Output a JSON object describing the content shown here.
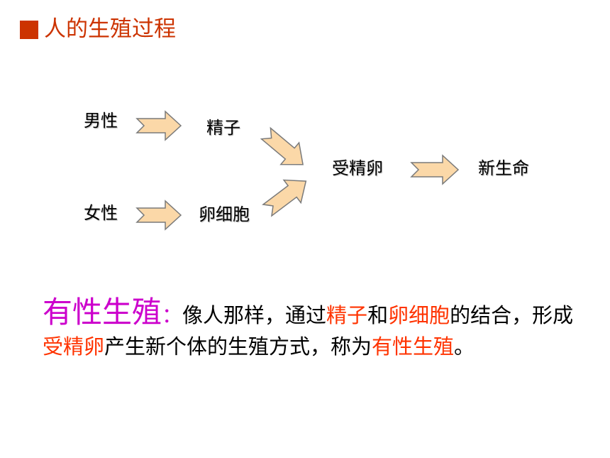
{
  "title": "人的生殖过程",
  "colors": {
    "title": "#cc3300",
    "arrow_fill": "#fbd8a8",
    "arrow_stroke": "#7a7a7a",
    "term": "#cc00cc",
    "highlight": "#ff3300"
  },
  "diagram": {
    "nodes": {
      "male": "男性",
      "sperm": "精子",
      "female": "女性",
      "egg": "卵细胞",
      "zygote": "受精卵",
      "new_life": "新生命"
    }
  },
  "definition": {
    "term": "有性生殖",
    "colon": "：",
    "t1": "像人那样，通过",
    "h1": "精子",
    "t2": "和",
    "h2": "卵细胞",
    "t3": "的结合，形成",
    "h3": "受精卵",
    "t4": "产生新个体的生殖方式，称为",
    "h4": "有性生殖",
    "t5": "。"
  }
}
